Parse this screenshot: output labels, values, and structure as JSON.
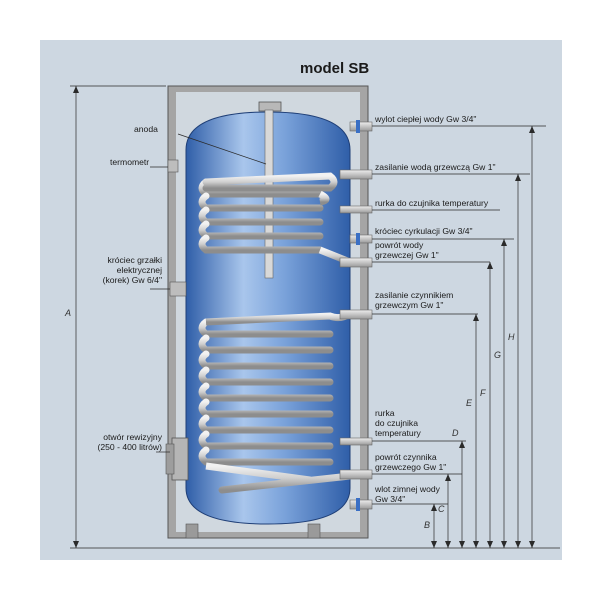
{
  "title": "model SB",
  "labels": {
    "anoda": "anoda",
    "termometr": "termometr",
    "heater_socket": [
      "króciec grzałki",
      "elektrycznej",
      "(korek) Gw 6/4\""
    ],
    "inspection": [
      "otwór rewizyjny",
      "(250 - 400 litrów)"
    ],
    "hot_outlet": "wylot ciepłej wody Gw 3/4\"",
    "heating_supply": "zasilanie wodą grzewczą Gw 1\"",
    "sensor_tube_top": "rurka do czujnika temperatury",
    "circulation": "króciec cyrkulacji Gw 3/4\"",
    "heating_return": [
      "powrót wody",
      "grzewczej Gw 1\""
    ],
    "medium_supply": [
      "zasilanie czynnikiem",
      "grzewczym Gw 1\""
    ],
    "sensor_tube_bottom": [
      "rurka",
      "do czujnika",
      "temperatury"
    ],
    "medium_return": [
      "powrót czynnika",
      "grzewczego Gw 1\""
    ],
    "cold_inlet": [
      "wlot zimnej wody",
      "Gw 3/4\""
    ]
  },
  "dimensions": [
    "A",
    "B",
    "C",
    "D",
    "E",
    "F",
    "G",
    "H"
  ],
  "colors": {
    "background_panel": "#cdd7e1",
    "tank_light": "#a9c6ec",
    "tank_mid": "#6f97d6",
    "tank_dark": "#2f5ea8",
    "coil": "#d4d4d4",
    "casing": "#a5a5a5",
    "line": "#2a2a2a"
  }
}
